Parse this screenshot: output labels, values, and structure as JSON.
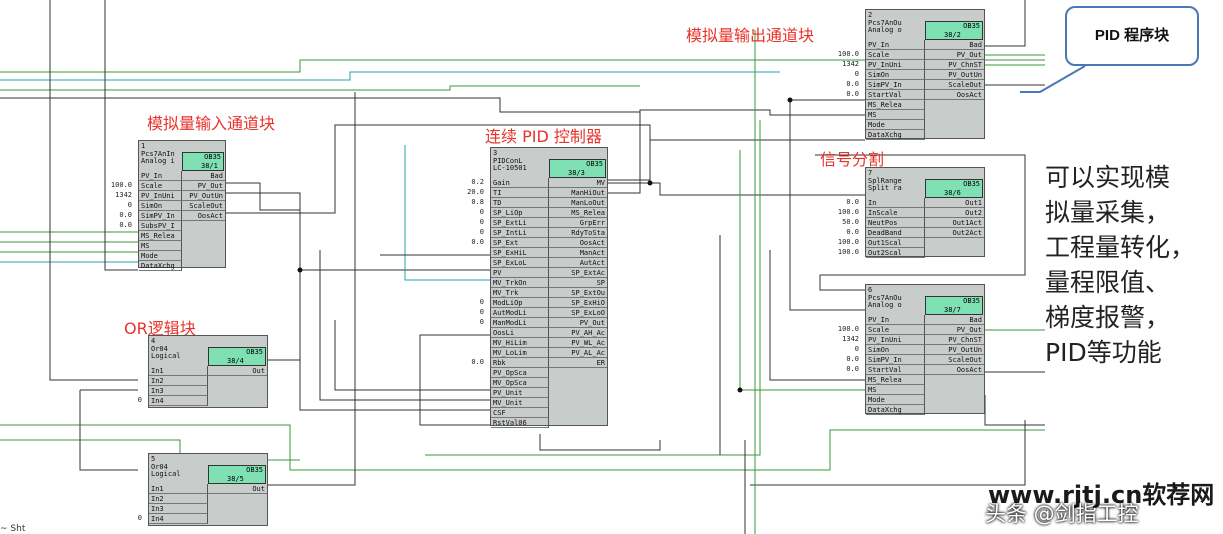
{
  "callout": {
    "label": "PID 程序块"
  },
  "side_text": [
    "可以实现模",
    "拟量采集，",
    "工程量转化，",
    "量程限值、",
    "梯度报警，",
    "PID等功能"
  ],
  "labels": {
    "ai": "模拟量输入通道块",
    "ao": "模拟量输出通道块",
    "pid": "连续 PID 控制器",
    "split": "信号分割",
    "or": "OR逻辑块"
  },
  "watermark": {
    "site": "www.rjtj.cn软荐网",
    "account": "头条 @剑指工控"
  },
  "bottom_text": "~ Sht",
  "colors": {
    "accent_red": "#e8332a",
    "ob_green": "#7fe0b4",
    "block_gray": "#c8ccca",
    "wire_green": "#3a9a3a",
    "wire_cyan": "#2aa0a8"
  },
  "blocks": {
    "ai": {
      "header": "1\nPcs7AnIn\nAnalog i",
      "ob1": "OB35",
      "ob2": "38/1",
      "inputs": [
        "PV_In",
        "Scale",
        "PV_InUni",
        "SimOn",
        "SimPV_In",
        "SubsPV_I",
        "MS_Relea",
        "MS",
        "Mode",
        "DataXchg"
      ],
      "input_values": [
        "",
        "100.0",
        "1342",
        "0",
        "0.0",
        "0.0",
        "",
        "",
        "",
        ""
      ],
      "outputs": [
        "Bad",
        "PV_Out",
        "PV_OutUn",
        "ScaleOut",
        "OosAct"
      ]
    },
    "ao1": {
      "header": "2\nPcs7AnOu\nAnalog o",
      "ob1": "OB35",
      "ob2": "38/2",
      "inputs": [
        "PV_In",
        "Scale",
        "PV_InUni",
        "SimOn",
        "SimPV_In",
        "StartVal",
        "MS_Relea",
        "MS",
        "Mode",
        "DataXchg"
      ],
      "input_values": [
        "",
        "100.0",
        "1342",
        "0",
        "0.0",
        "0.0",
        "",
        "",
        "",
        ""
      ],
      "outputs": [
        "Bad",
        "PV_Out",
        "PV_ChnST",
        "PV_OutUn",
        "ScaleOut",
        "OosAct"
      ]
    },
    "pid": {
      "header": "3\nPIDConL\nLC-10501",
      "ob1": "OB35",
      "ob2": "38/3",
      "inputs": [
        "Gain",
        "TI",
        "TD",
        "SP_LiOp",
        "SP_ExtLi",
        "SP_IntLi",
        "SP_Ext",
        "SP_ExHiL",
        "SP_ExLoL",
        "PV",
        "MV_TrkOn",
        "MV_Trk",
        "ModLiOp",
        "AutModLi",
        "ManModLi",
        "OosLi",
        "MV_HiLim",
        "MV_LoLim",
        "Rbk",
        "PV_OpSca",
        "MV_OpSca",
        "PV_Unit",
        "MV_Unit",
        "CSF",
        "RstVal06"
      ],
      "input_values": [
        "0.2",
        "20.0",
        "0.8",
        "0",
        "0",
        "0",
        "0.0",
        "",
        "",
        "",
        "",
        "",
        "0",
        "0",
        "0",
        "",
        "",
        "",
        "0.0",
        "",
        "",
        "",
        "",
        "",
        ""
      ],
      "outputs": [
        "MV",
        "ManHiOut",
        "ManLoOut",
        "MS_Relea",
        "GrpErr",
        "RdyToSta",
        "OosAct",
        "ManAct",
        "AutAct",
        "SP_ExtAc",
        "SP",
        "SP_ExtOu",
        "SP_ExHiO",
        "SP_ExLoO",
        "PV_Out",
        "PV_AH_Ac",
        "PV_WL_Ac",
        "PV_AL_Ac",
        "ER"
      ]
    },
    "split": {
      "header": "7\nSplRange\nSplit ra",
      "ob1": "OB35",
      "ob2": "38/6",
      "inputs": [
        "In",
        "InScale",
        "NeutPos",
        "DeadBand",
        "Out1Scal",
        "Out2Scal"
      ],
      "input_values": [
        "0.0",
        "100.0",
        "50.0",
        "0.0",
        "100.0",
        "100.0"
      ],
      "outputs": [
        "Out1",
        "Out2",
        "Out1Act",
        "Out2Act"
      ]
    },
    "ao2": {
      "header": "6\nPcs7AnOu\nAnalog o",
      "ob1": "OB35",
      "ob2": "38/7",
      "inputs": [
        "PV_In",
        "Scale",
        "PV_InUni",
        "SimOn",
        "SimPV_In",
        "StartVal",
        "MS_Relea",
        "MS",
        "Mode",
        "DataXchg"
      ],
      "input_values": [
        "",
        "100.0",
        "1342",
        "0",
        "0.0",
        "0.0",
        "",
        "",
        "",
        ""
      ],
      "outputs": [
        "Bad",
        "PV_Out",
        "PV_ChnST",
        "PV_OutUn",
        "ScaleOut",
        "OosAct"
      ]
    },
    "or1": {
      "header": "4\nOr04\nLogical",
      "ob1": "OB35",
      "ob2": "38/4",
      "inputs": [
        "In1",
        "In2",
        "In3",
        "In4"
      ],
      "input_values": [
        "",
        "",
        "",
        "0"
      ],
      "outputs": [
        "Out"
      ]
    },
    "or2": {
      "header": "5\nOr04\nLogical",
      "ob1": "OB35",
      "ob2": "38/5",
      "inputs": [
        "In1",
        "In2",
        "In3",
        "In4"
      ],
      "input_values": [
        "",
        "",
        "",
        "0"
      ],
      "outputs": [
        "Out"
      ]
    }
  }
}
